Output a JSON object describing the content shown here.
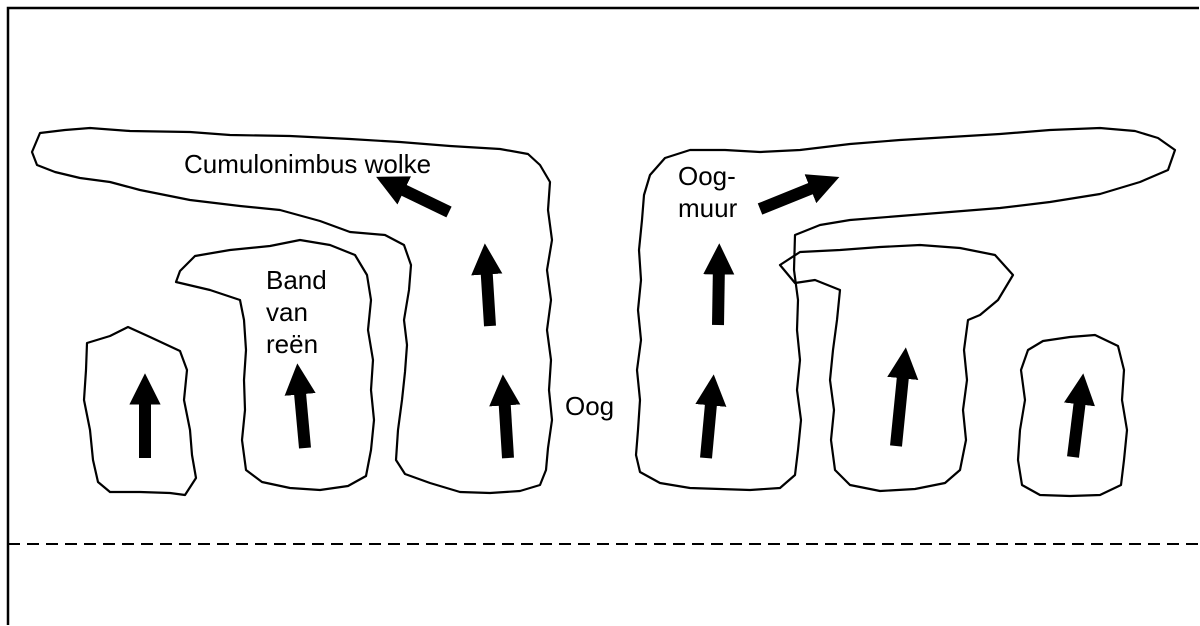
{
  "labels": {
    "cumulonimbus": "Cumulonimbus wolke",
    "rain_band": [
      "Band",
      "van",
      "reën"
    ],
    "eye": "Oog",
    "eye_wall": [
      "Oog-",
      "muur"
    ]
  },
  "colors": {
    "line": "#000000",
    "background": "#ffffff"
  }
}
